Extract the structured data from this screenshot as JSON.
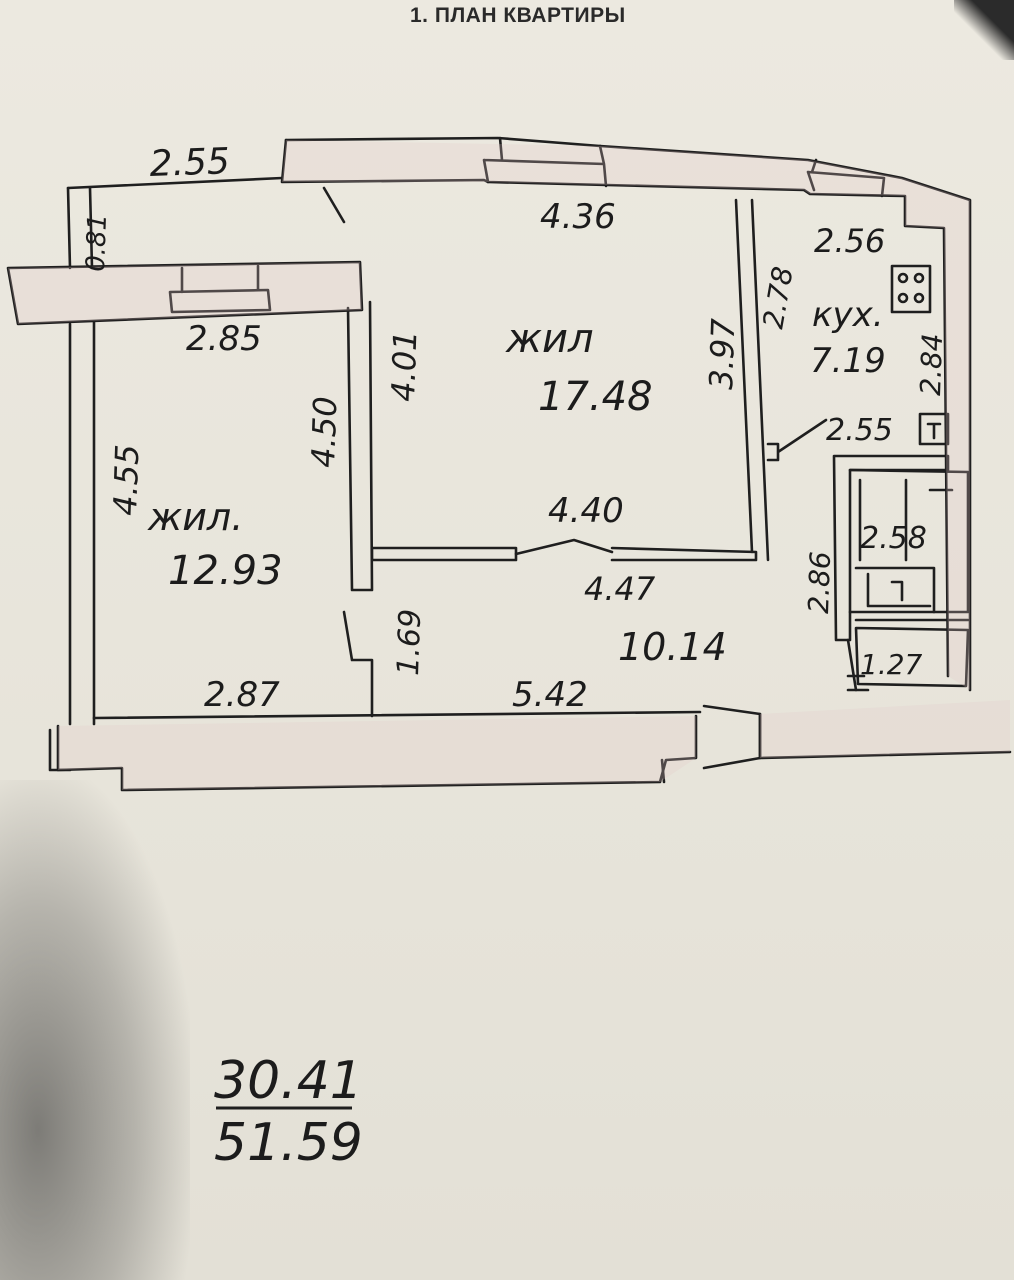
{
  "title": "1. ПЛАН КВАРТИРЫ",
  "dims": {
    "d_255_top": "2.55",
    "d_436": "4.36",
    "d_256": "2.56",
    "d_081": "0.81",
    "d_278": "2.78",
    "d_285": "2.85",
    "d_401": "4.01",
    "d_397": "3.97",
    "d_284": "2.84",
    "d_450": "4.50",
    "d_455": "4.55",
    "d_255_mid": "2.55",
    "d_440": "4.40",
    "d_258": "2.58",
    "d_286": "2.86",
    "d_447": "4.47",
    "d_169": "1.69",
    "d_127": "1.27",
    "d_287": "2.87",
    "d_542": "5.42"
  },
  "rooms": {
    "living_big_label": "жил",
    "living_big_area": "17.48",
    "living_small_label": "жил.",
    "living_small_area": "12.93",
    "kitchen_label": "кух.",
    "kitchen_area": "7.19",
    "hall_area": "10.14"
  },
  "totals": {
    "living": "30.41",
    "total": "51.59"
  }
}
